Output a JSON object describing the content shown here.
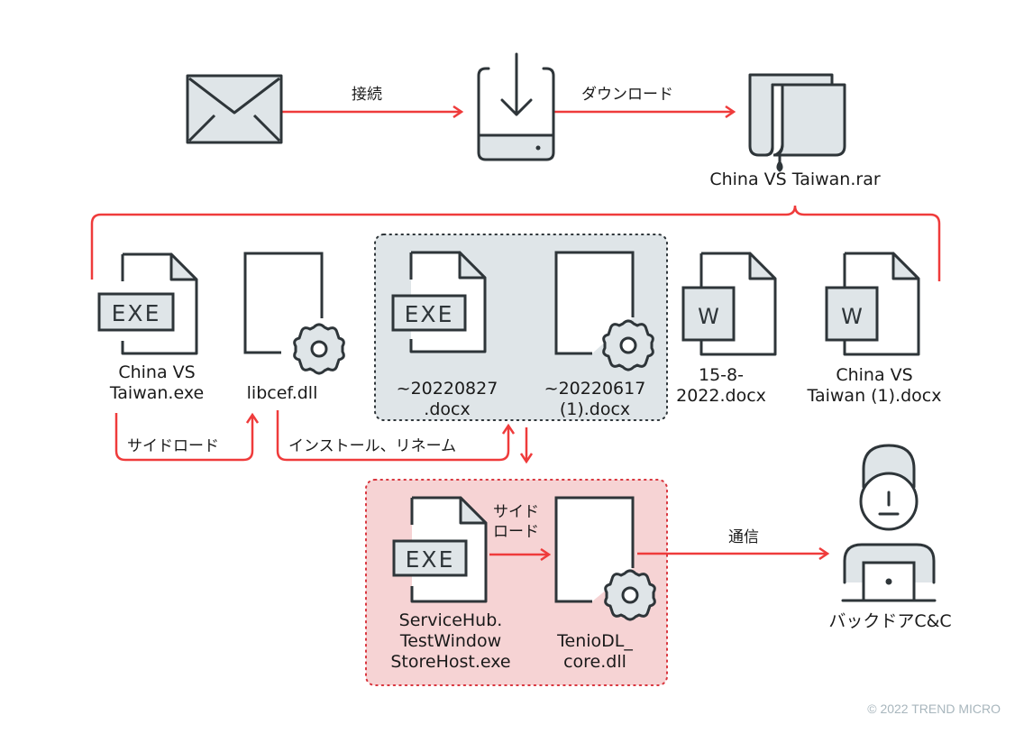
{
  "colors": {
    "arrow": "#ef3b3b",
    "stroke": "#2e3539",
    "icon_fill": "#dfe5e8",
    "group_gray": "#dfe5e8",
    "group_pink": "#f6d3d4",
    "copyright": "#a8b6bd"
  },
  "nodes": {
    "email": {
      "icon": "envelope-icon"
    },
    "download": {
      "icon": "download-drive-icon"
    },
    "rar": {
      "icon": "archive-icon",
      "label": "China VS Taiwan.rar"
    },
    "china_exe": {
      "icon": "exe-file-icon",
      "badge": "EXE",
      "label": "China VS\nTaiwan.exe"
    },
    "libcef": {
      "icon": "dll-file-icon",
      "label": "libcef.dll"
    },
    "docx_0827": {
      "icon": "exe-file-icon",
      "badge": "EXE",
      "label": "~20220827\n.docx"
    },
    "docx_0617": {
      "icon": "dll-file-icon",
      "label": "~20220617\n(1).docx"
    },
    "docx_15": {
      "icon": "word-file-icon",
      "badge": "W",
      "label": "15-8-\n2022.docx"
    },
    "docx_china": {
      "icon": "word-file-icon",
      "badge": "W",
      "label": "China VS\nTaiwan (1).docx"
    },
    "servicehub": {
      "icon": "exe-file-icon",
      "badge": "EXE",
      "label": "ServiceHub.\nTestWindow\nStoreHost.exe"
    },
    "tenio": {
      "icon": "dll-file-icon",
      "label": "TenioDL_\ncore.dll"
    },
    "cc": {
      "icon": "attacker-icon",
      "label": "バックドアC&C"
    }
  },
  "edges": {
    "connect": "接続",
    "download": "ダウンロード",
    "sideload1": "サイドロード",
    "install_rename": "インストール、リネーム",
    "sideload2": "サイド\nロード",
    "communicate": "通信"
  },
  "footer": {
    "copyright": "© 2022 TREND MICRO"
  }
}
